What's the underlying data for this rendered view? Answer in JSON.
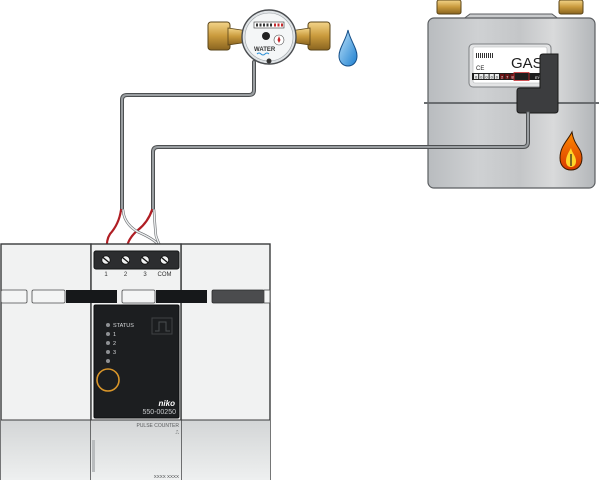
{
  "diagram": {
    "title": "Pulse counter wiring: water meter and gas meter",
    "water_meter": {
      "label": "WATER",
      "icon": "water-drop-icon",
      "accent_color": "#2a8fd6"
    },
    "gas_meter": {
      "label": "GAS",
      "ce_mark": "CE",
      "counter_digits": [
        "0",
        "0",
        "0",
        "0",
        "0",
        "2",
        "7",
        "8"
      ],
      "unit": "m³",
      "icon": "flame-icon",
      "accent_color": "#e8710a"
    },
    "module": {
      "brand": "niko",
      "model": "550-00250",
      "product_name": "PULSE COUNTER",
      "pulse_symbol": "⎍",
      "serial": "XXXX XXXX",
      "led_labels": [
        "STATUS",
        "1",
        "2",
        "3",
        ""
      ],
      "terminals": [
        "1",
        "2",
        "3",
        "COM"
      ],
      "button_ring_color": "#d9962a"
    },
    "connections": [
      {
        "from": "water_meter",
        "to_terminal": "1",
        "common": "COM"
      },
      {
        "from": "gas_meter",
        "to_terminal": "2",
        "common": "COM"
      }
    ]
  }
}
